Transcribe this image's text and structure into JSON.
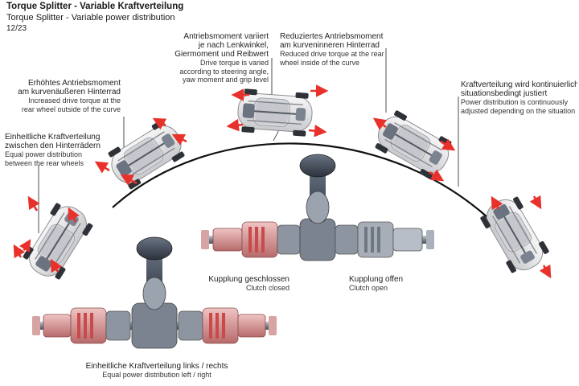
{
  "header": {
    "title": "Torque Splitter - Variable Kraftverteilung",
    "subtitle": "Torque Splitter - Variable power distribution",
    "page": "12/23"
  },
  "captions": {
    "equal_rear": {
      "de": "Einheitliche Kraftverteilung\nzwischen den Hinterrädern",
      "en": "Equal power distribution\nbetween the rear wheels"
    },
    "increased_outside": {
      "de": "Erhöhtes Antriebsmoment\nam kurvenäußeren Hinterrad",
      "en": "Increased drive torque at the\nrear wheel outside of the curve"
    },
    "torque_varied": {
      "de": "Antriebsmoment variiert\nje nach Lenkwinkel,\nGiermoment und Reibwert",
      "en": "Drive torque is varied\naccording to steering angle,\nyaw moment and grip level"
    },
    "reduced_inside": {
      "de": "Reduziertes Antriebsmoment\nam kurveninneren Hinterrad",
      "en": "Reduced drive torque at the rear\nwheel inside of the curve"
    },
    "continuous": {
      "de": "Kraftverteilung wird kontinuierlich\nsituationsbedingt justiert",
      "en": "Power distribution is continuously\nadjusted depending on the situation"
    },
    "clutch_closed": {
      "de": "Kupplung geschlossen",
      "en": "Clutch closed"
    },
    "clutch_open": {
      "de": "Kupplung offen",
      "en": "Clutch open"
    },
    "equal_lr": {
      "de": "Einheitliche Kraftverteilung links / rechts",
      "en": "Equal power distribution left / right"
    }
  },
  "colors": {
    "arrow": "#e8312a",
    "clutch": "#d98a8a",
    "metal": "#9aa2ad",
    "housing": "#5a6270",
    "car_body": "#e9e9eb",
    "path": "#111111"
  },
  "icons": [
    "car-icon",
    "rear-axle-drive-icon",
    "force-arrow-icon"
  ]
}
